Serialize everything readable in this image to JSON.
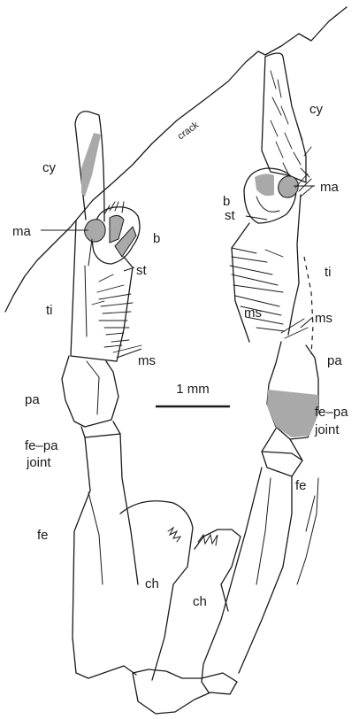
{
  "labels": {
    "crack": "crack",
    "left_cy": "cy",
    "left_ma": "ma",
    "left_b": "b",
    "left_st": "st",
    "left_ti": "ti",
    "left_ms": "ms",
    "left_pa": "pa",
    "left_fe_pa_1": "fe–pa",
    "left_fe_pa_2": "joint",
    "left_fe": "fe",
    "left_ch": "ch",
    "right_cy": "cy",
    "right_ma": "ma",
    "right_b": "b",
    "right_st": "st",
    "right_ti": "ti",
    "right_ms": "ms",
    "right_pa": "pa",
    "right_fe_pa_1": "fe–pa",
    "right_fe_pa_2": "joint",
    "right_fe": "fe",
    "right_ch": "ch"
  },
  "scale_bar": {
    "label": "1 mm"
  },
  "colors": {
    "line": "#1a1a1a",
    "shade": "#a9a9a9",
    "background": "#ffffff"
  }
}
